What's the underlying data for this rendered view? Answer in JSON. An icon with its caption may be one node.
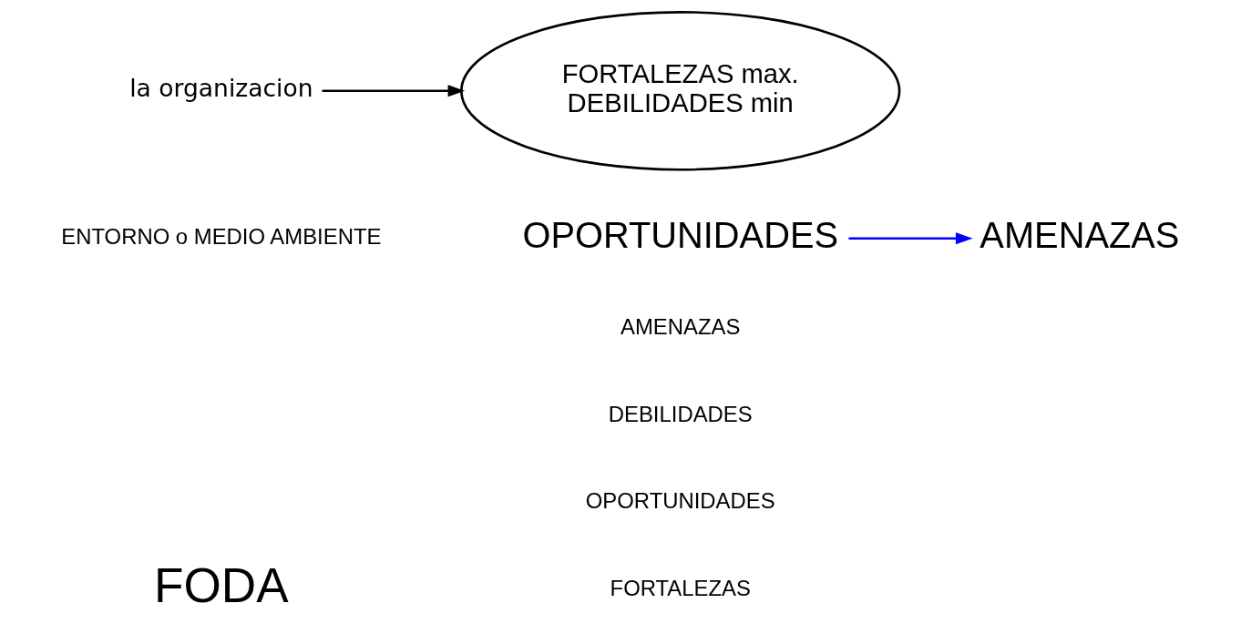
{
  "diagram": {
    "nodes": [
      {
        "text": [
          "FORTALEZAS max.",
          "DEBILIDADES min"
        ]
      },
      {
        "text": [
          "la organizacion"
        ]
      },
      {
        "text": [
          "OPORTUNIDADES"
        ]
      },
      {
        "text": [
          "AMENAZAS"
        ]
      }
    ],
    "edges": [
      {
        "from": 1,
        "to": 0,
        "arrow": "to"
      },
      {
        "from": 2,
        "to": 3,
        "arrow": "to",
        "color": "#0000ff"
      }
    ],
    "labels": [
      "FODA",
      "FORTALEZAS",
      "OPORTUNIDADES",
      "DEBILIDADES",
      "AMENAZAS",
      "ENTORNO o MEDIO AMBIENTE"
    ]
  }
}
